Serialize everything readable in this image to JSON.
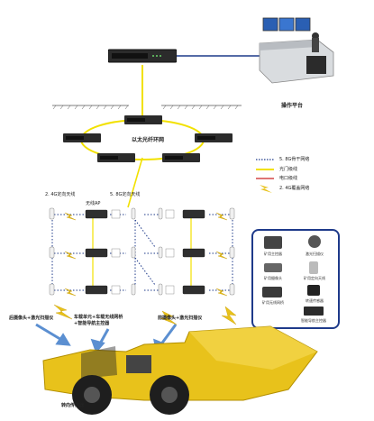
{
  "labels": {
    "operation_platform": "操作平台",
    "ring_network": "以太光纤环网",
    "antenna_left": "2. 4G定向天线",
    "wireless_ap": "无线AP",
    "antenna_right": "5. 8G定向天线",
    "rear_camera": "后摄像头+激光扫描仪",
    "vehicle_radio": "车载单元+车载无线网桥\n+智能导航主控器",
    "front_camera": "前摄像头+激光扫描仪",
    "speed_sensor": "转向传感器"
  },
  "legend": [
    {
      "label": "5. 8G骨干网络",
      "style": "dotted",
      "color": "#1e3a8a"
    },
    {
      "label": "光门级线",
      "style": "solid",
      "color": "#f2e100"
    },
    {
      "label": "电口级线",
      "style": "solid",
      "color": "#cc2222"
    },
    {
      "label": "2. 4G覆盖网络",
      "style": "bolt",
      "color": "#e8c21b"
    }
  ],
  "panel_devices": [
    {
      "label": "矿用主控器"
    },
    {
      "label": "激光扫描仪"
    },
    {
      "label": "矿用摄像头"
    },
    {
      "label": "矿用定向天线"
    },
    {
      "label": "矿用无线网桥"
    },
    {
      "label": "转速传感器"
    },
    {
      "label": "智能导航主控器"
    }
  ],
  "colors": {
    "ring": "#f2e100",
    "link_blue": "#1e3a8a",
    "loader_yellow": "#e8c21b",
    "arrow_blue": "#5b8fd1",
    "bolt": "#e8c21b"
  }
}
